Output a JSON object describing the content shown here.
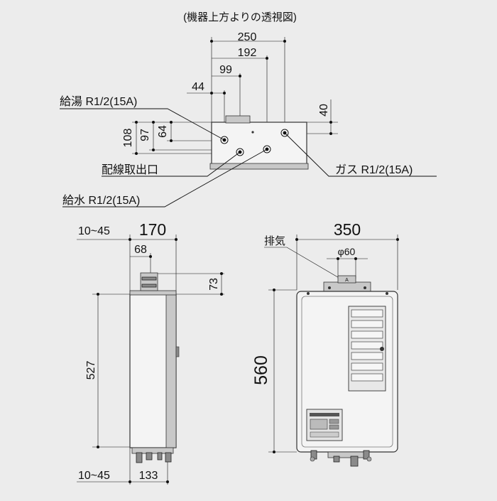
{
  "top_view": {
    "caption": "(機器上方よりの透視図)",
    "dims": {
      "d250": "250",
      "d192": "192",
      "d99": "99",
      "d44": "44",
      "d40": "40",
      "d108": "108",
      "d97": "97",
      "d64": "64"
    },
    "labels": {
      "hot_water": "給湯 R1/2(15A)",
      "wiring_outlet": "配線取出口",
      "water_supply": "給水 R1/2(15A)",
      "gas": "ガス R1/2(15A)"
    }
  },
  "side_view": {
    "dims": {
      "clear_top": "10~45",
      "depth": "170",
      "d68": "68",
      "d73": "73",
      "height": "527",
      "clear_bottom": "10~45",
      "d133": "133"
    }
  },
  "front_view": {
    "dims": {
      "width": "350",
      "height": "560"
    },
    "labels": {
      "exhaust": "排気",
      "diameter": "φ60",
      "mark_a": "A"
    }
  }
}
